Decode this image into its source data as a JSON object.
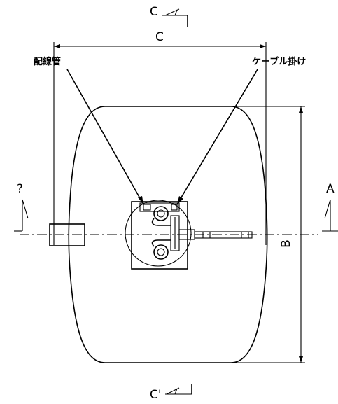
{
  "labels": {
    "section_top": "C",
    "section_bottom": "C'",
    "dim_c": "C",
    "dim_b": "B",
    "view_left": "?",
    "view_right": "A",
    "conduit": "配線管",
    "cable_hanger": "ケーブル掛け"
  }
}
